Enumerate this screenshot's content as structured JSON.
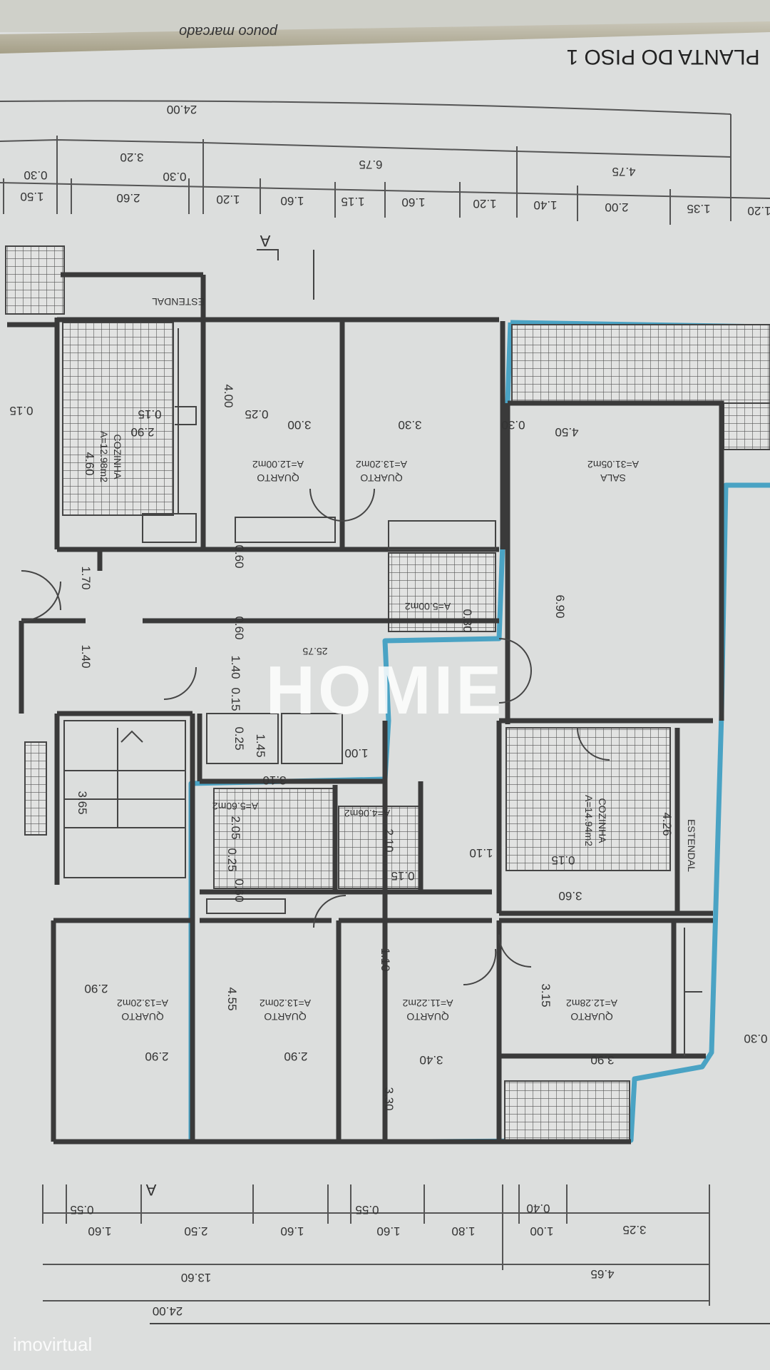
{
  "title": "PLANTA DO PISO 1",
  "handwritten_note": "pouco marcado",
  "top_dimensions": {
    "overall": "24.00",
    "row_major": [
      "3.20",
      "6.75",
      "4.75"
    ],
    "row_offsets": [
      "0.30",
      "0.30"
    ],
    "row_minor": [
      "1.50",
      "2.60",
      "1.20",
      "1.60",
      "1.15",
      "1.60",
      "1.20",
      "1.40",
      "2.00",
      "1.35",
      "1.20"
    ]
  },
  "bottom_dimensions": {
    "row_minor": [
      "1.60",
      "2.50",
      "1.60",
      "1.60",
      "1.80",
      "1.00",
      "3.25"
    ],
    "row_offsets": [
      "0.55",
      "0.55",
      "0.40"
    ],
    "row_major": [
      "13.60",
      "4.65"
    ],
    "overall": "24.00"
  },
  "rooms": [
    {
      "name": "COZINHA",
      "area": "A=12.98m2"
    },
    {
      "name": "QUARTO",
      "area": "A=12.00m2"
    },
    {
      "name": "QUARTO",
      "area": "A=13.20m2"
    },
    {
      "name": "SALA",
      "area": "A=31.05m2"
    },
    {
      "name": "COZINHA",
      "area": "A=14.94m2"
    },
    {
      "name": "QUARTO",
      "area": "A=13.20m2"
    },
    {
      "name": "QUARTO",
      "area": "A=13.20m2"
    },
    {
      "name": "QUARTO",
      "area": "A=11.22m2"
    },
    {
      "name": "QUARTO",
      "area": "A=12.28m2"
    }
  ],
  "small_areas": [
    "A=5.60m2",
    "A=4.06m2",
    "A=5.00m2"
  ],
  "estendal_labels": [
    "ESTENDAL",
    "ESTENDAL"
  ],
  "section_marks": [
    "A",
    "A"
  ],
  "landing_label": "25.75",
  "inner_dimensions": [
    "4.60",
    "2.90",
    "4.00",
    "3.00",
    "3.30",
    "4.50",
    "6.90",
    "1.70",
    "1.40",
    "1.40",
    "3.65",
    "2.90",
    "4.26",
    "3.60",
    "4.55",
    "2.90",
    "2.90",
    "3.40",
    "3.30",
    "3.90",
    "3.15",
    "1.10",
    "1.10",
    "0.15",
    "0.15",
    "0.25",
    "0.30",
    "0.60",
    "0.60",
    "0.15",
    "0.25",
    "0.25",
    "0.30",
    "0.15",
    "0.15",
    "0.60",
    "0.30",
    "1.45",
    "3.10",
    "1.00",
    "2.05",
    "2.10"
  ],
  "watermarks": {
    "center": "HOMIE",
    "corner": "imovirtual"
  },
  "colors": {
    "paper": "#dcdedd",
    "ink": "#3a3a3a",
    "outline_highlight": "#4aa3c4",
    "watermark": "#ffffff"
  }
}
